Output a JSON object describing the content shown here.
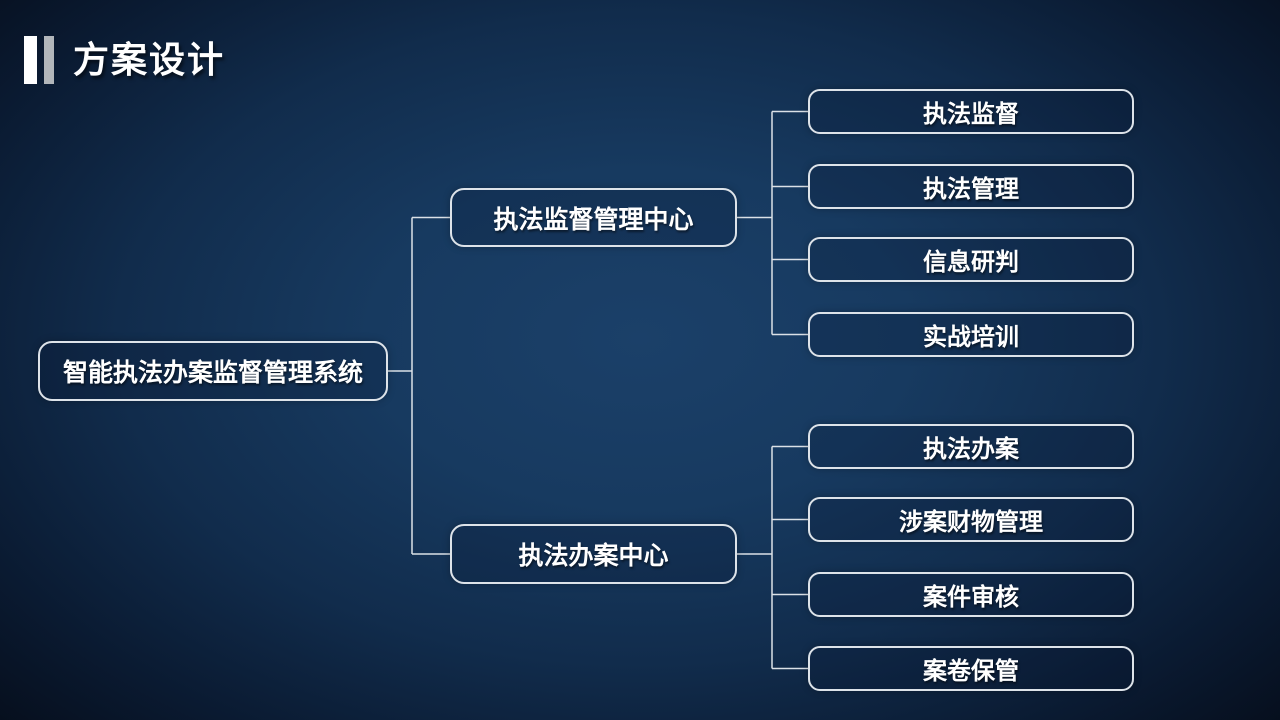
{
  "slide": {
    "title": "方案设计"
  },
  "tree": {
    "root": {
      "label": "智能执法办案监督管理系统"
    },
    "branches": [
      {
        "label": "执法监督管理中心",
        "children": [
          {
            "label": "执法监督"
          },
          {
            "label": "执法管理"
          },
          {
            "label": "信息研判"
          },
          {
            "label": "实战培训"
          }
        ]
      },
      {
        "label": "执法办案中心",
        "children": [
          {
            "label": "执法办案"
          },
          {
            "label": "涉案财物管理"
          },
          {
            "label": "案件审核"
          },
          {
            "label": "案卷保管"
          }
        ]
      }
    ]
  },
  "colors": {
    "background_center": "#17395f",
    "background_edge": "#081220",
    "node_border": "#dde3e9",
    "node_text": "#ffffff",
    "connector": "#dbe1e7",
    "title_bar_primary": "#ffffff",
    "title_bar_secondary": "#b2b6ba"
  }
}
